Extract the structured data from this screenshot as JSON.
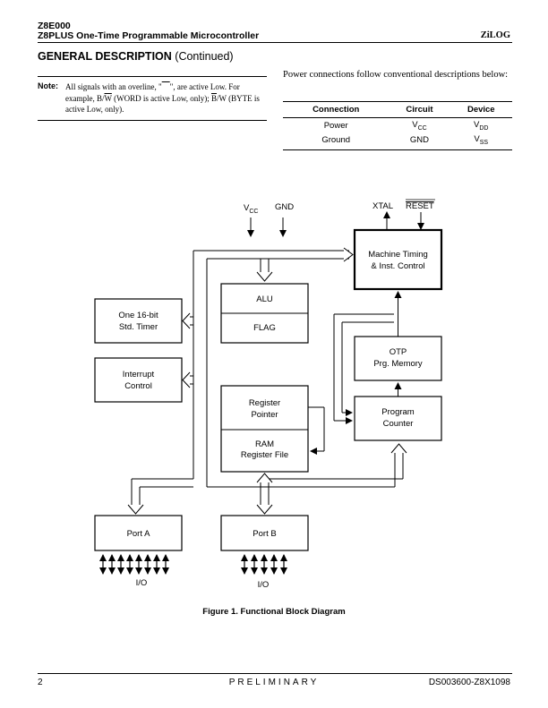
{
  "header": {
    "doc_code": "Z8E000",
    "title": "Z8PLUS One-Time Programmable Microcontroller",
    "brand": "ZiLOG"
  },
  "section": {
    "title": "GENERAL DESCRIPTION",
    "continued": "(Continued)"
  },
  "note": {
    "label": "Note:",
    "text_1": "All signals with an overline, \"",
    "overline_sample": "    ",
    "text_2": "\", are active Low. For example, B/",
    "w_bar": "W",
    "text_3": " (WORD is active Low, only); ",
    "b_bar": "B",
    "text_4": "/W (BYTE is active Low, only)."
  },
  "power": {
    "text": "Power connections follow conventional descriptions below:",
    "columns": [
      "Connection",
      "Circuit",
      "Device"
    ],
    "rows": [
      {
        "connection": "Power",
        "circuit": "V",
        "circuit_sub": "CC",
        "device": "V",
        "device_sub": "DD"
      },
      {
        "connection": "Ground",
        "circuit": "GND",
        "circuit_sub": "",
        "device": "V",
        "device_sub": "SS"
      }
    ]
  },
  "diagram": {
    "vcc": "V",
    "vcc_sub": "CC",
    "gnd": "GND",
    "xtal": "XTAL",
    "reset": "RESET",
    "blocks": {
      "machine_timing": [
        "Machine Timing",
        "& Inst. Control"
      ],
      "alu": "ALU",
      "flag": "FLAG",
      "timer": [
        "One 16-bit",
        "Std. Timer"
      ],
      "interrupt": [
        "Interrupt",
        "Control"
      ],
      "otp": [
        "OTP",
        "Prg. Memory"
      ],
      "register_pointer": [
        "Register",
        "Pointer"
      ],
      "ram": [
        "RAM",
        "Register File"
      ],
      "program_counter": [
        "Program",
        "Counter"
      ],
      "port_a": "Port A",
      "port_b": "Port B"
    },
    "io_label_a": "I/O",
    "io_label_b": "I/O"
  },
  "figure_caption": "Figure 1.  Functional Block Diagram",
  "footer": {
    "page": "2",
    "status": "PRELIMINARY",
    "doc_number": "DS003600-Z8X1098"
  }
}
